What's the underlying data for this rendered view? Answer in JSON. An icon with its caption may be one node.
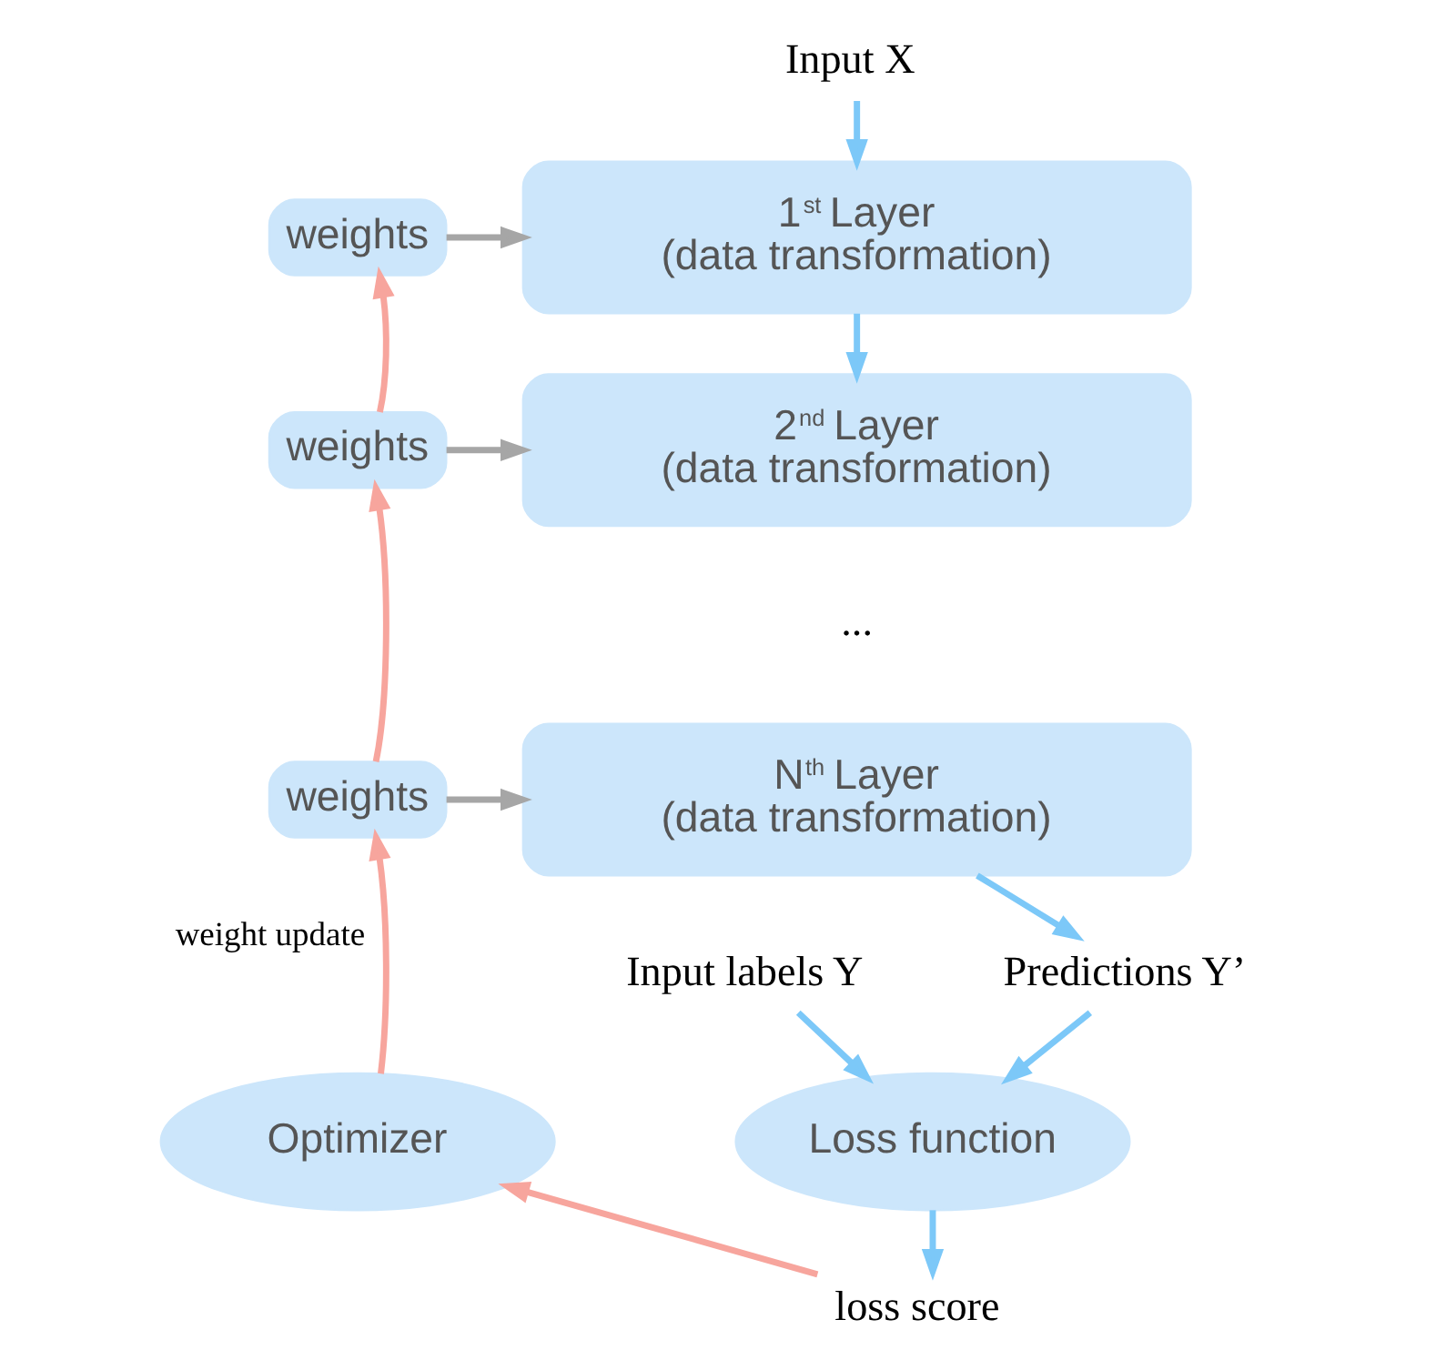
{
  "diagram": {
    "nodes": [
      {
        "text": [
          "Input X"
        ]
      },
      {
        "text": [
          "weights"
        ]
      },
      {
        "text": [
          "1$^{st}$ Layer",
          "(data transformation)"
        ]
      },
      {
        "text": [
          "weights"
        ]
      },
      {
        "text": [
          "2$^{nd}$ Layer",
          "(data transformation)"
        ]
      },
      {
        "text": [
          "weights"
        ]
      },
      {
        "text": [
          "N$^{th}$ Layer",
          "(data transformation)"
        ]
      },
      {
        "text": [
          "Predictions Y’"
        ]
      },
      {
        "text": [
          "Input labels Y"
        ]
      },
      {
        "text": [
          "Optimizer"
        ]
      },
      {
        "text": [
          "Loss function"
        ]
      },
      {
        "text": [
          "loss score"
        ]
      }
    ],
    "edges": [
      {
        "from": 0,
        "to": 2,
        "arrow": "to"
      },
      {
        "from": 1,
        "to": 2,
        "arrow": "to",
        "color": "#a6a6a6"
      },
      {
        "from": 2,
        "to": 4,
        "arrow": "to"
      },
      {
        "from": 3,
        "to": 4,
        "arrow": "to",
        "color": "#a6a6a6"
      },
      {
        "from": 3,
        "to": 1,
        "arrow": "to",
        "color": "#f7a59d"
      },
      {
        "from": 5,
        "to": 6,
        "arrow": "to",
        "color": "#a6a6a6"
      },
      {
        "from": 5,
        "to": 3,
        "arrow": "to",
        "color": "#f7a59d"
      },
      {
        "from": 6,
        "to": 7,
        "arrow": "to"
      },
      {
        "from": 7,
        "to": 10,
        "arrow": "to"
      },
      {
        "from": 8,
        "to": 10,
        "arrow": "to"
      },
      {
        "from": 10,
        "to": 11,
        "arrow": "to"
      },
      {
        "from": 11,
        "to": 9,
        "arrow": "to",
        "color": "#f7a59d"
      },
      {
        "from": 9,
        "to": 5,
        "arrow": "to",
        "label": "weight update",
        "color": "#f7a59d"
      }
    ],
    "labels": [
      "..."
    ]
  }
}
